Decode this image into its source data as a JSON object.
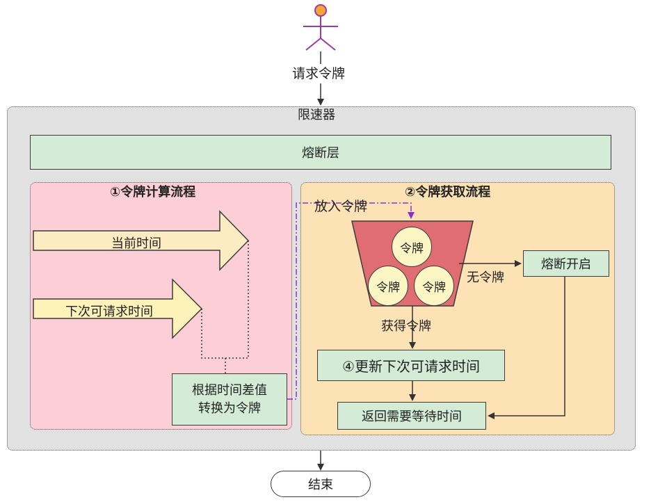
{
  "actor": {
    "label": "请求令牌"
  },
  "limiter": {
    "label": "限速器"
  },
  "circuit_layer": {
    "label": "熔断层"
  },
  "calc_flow": {
    "title": "①令牌计算流程",
    "current_time": "当前时间",
    "next_time": "下次可请求时间",
    "convert": "根据时间差值\n转换为令牌"
  },
  "get_flow": {
    "title": "②令牌获取流程",
    "put_token": "放入令牌",
    "tokens": [
      "令牌",
      "令牌",
      "令牌"
    ],
    "no_token": "无令牌",
    "breaker_open": "熔断开启",
    "got_token": "获得令牌",
    "update": "④更新下次可请求时间",
    "return_wait": "返回需要等待时间"
  },
  "end": {
    "label": "结束"
  },
  "colors": {
    "outer_bg": "#e2e2e2",
    "calc_bg": "#fccfd6",
    "get_bg": "#fde2b6",
    "green": "#d4ecd6",
    "bucket": "#e06d72",
    "token": "#fbf6c4",
    "big_arrow": "#fdebc2",
    "actor": "#9b3aa8",
    "dash_purple": "#8b2fc9"
  }
}
